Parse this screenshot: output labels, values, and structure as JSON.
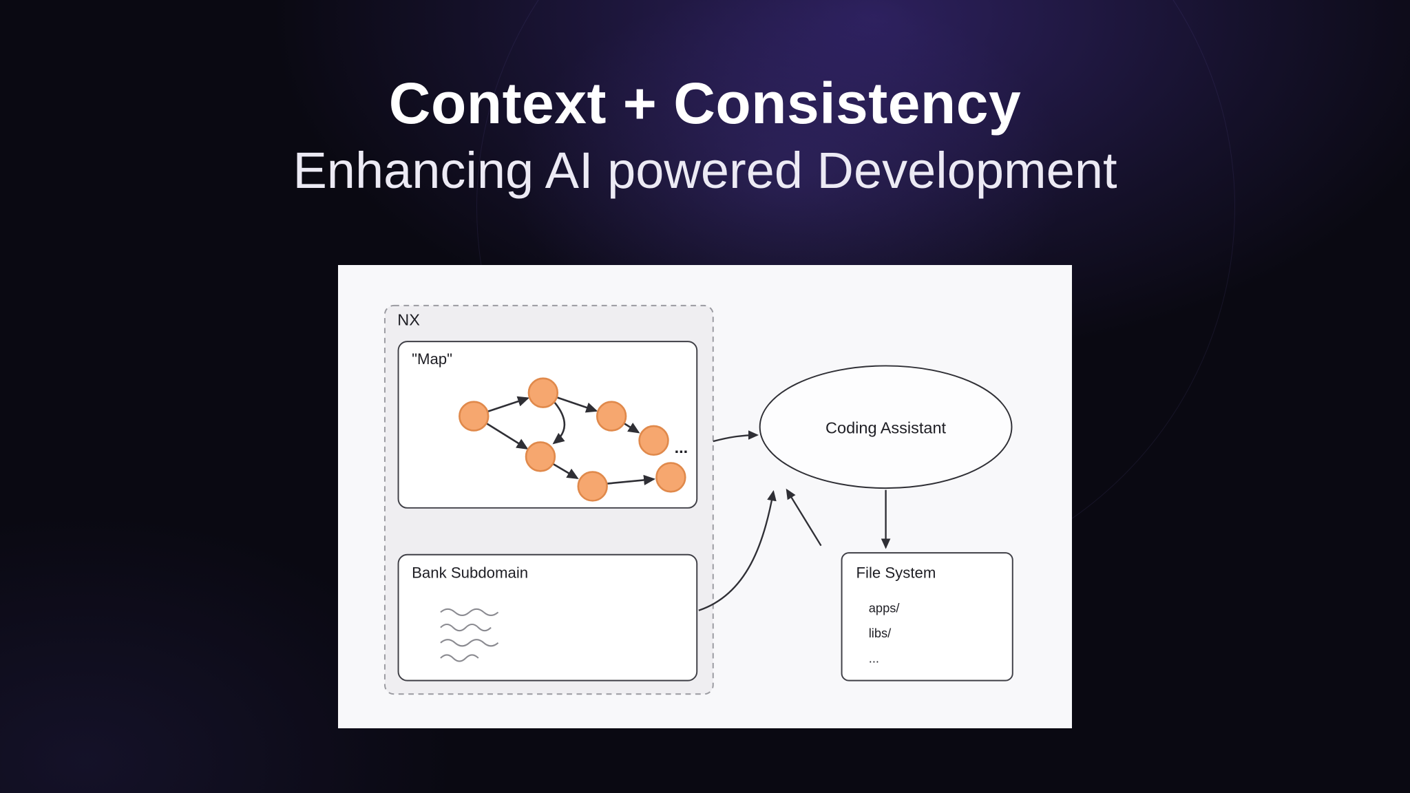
{
  "title": "Context + Consistency",
  "subtitle": "Enhancing AI powered Development",
  "diagram": {
    "nx": {
      "label": "NX"
    },
    "map": {
      "label": "\"Map\"",
      "ellipsis": "..."
    },
    "bank": {
      "label": "Bank Subdomain"
    },
    "assistant": {
      "label": "Coding Assistant"
    },
    "filesystem": {
      "label": "File System",
      "items": [
        "apps/",
        "libs/",
        "..."
      ]
    }
  },
  "colors": {
    "background": "#0a0912",
    "glow": "#5c40c4",
    "panel": "#f8f8fa",
    "node_fill": "#f6a76f",
    "node_stroke": "#e0894b",
    "line": "#2f2f35"
  }
}
